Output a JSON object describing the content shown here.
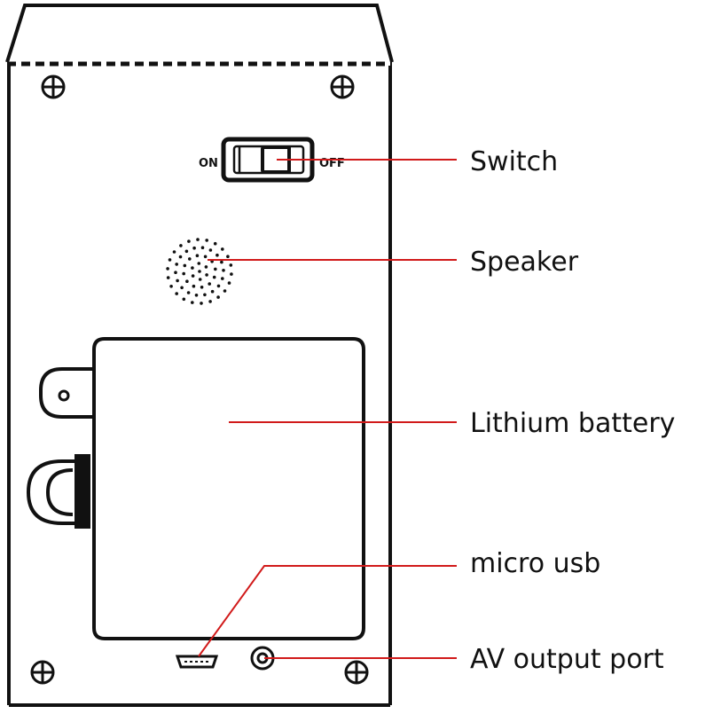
{
  "switch": {
    "on_text": "ON",
    "off_text": "OFF"
  },
  "callouts": {
    "switch": "Switch",
    "speaker": "Speaker",
    "battery": "Lithium battery",
    "micro_usb": "micro usb",
    "av_port": "AV output port"
  },
  "colors": {
    "outline": "#111111",
    "leader_line": "#d11a1a",
    "background": "#ffffff"
  }
}
